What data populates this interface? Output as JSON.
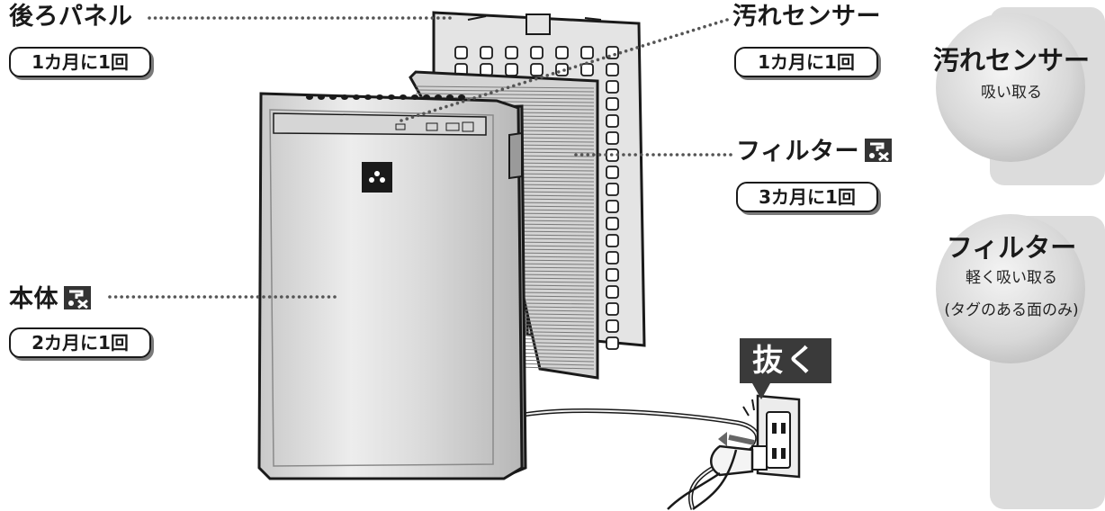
{
  "labels": {
    "back_panel": {
      "name": "後ろパネル",
      "interval": "1カ月に1回"
    },
    "dirt_sensor": {
      "name": "汚れセンサー",
      "interval": "1カ月に1回"
    },
    "filter": {
      "name": "フィルター",
      "interval": "3カ月に1回"
    },
    "body": {
      "name": "本体",
      "interval": "2カ月に1回"
    }
  },
  "side": {
    "sensor": {
      "title": "汚れセンサー",
      "method": "吸い取る"
    },
    "filter": {
      "title": "フィルター",
      "method": "軽く吸い取る",
      "note": "(タグのある面のみ)"
    }
  },
  "pull_label": "抜く",
  "colors": {
    "care_icon": "#333333",
    "dots": "#555555",
    "side_grey": "#d8d8d8"
  }
}
